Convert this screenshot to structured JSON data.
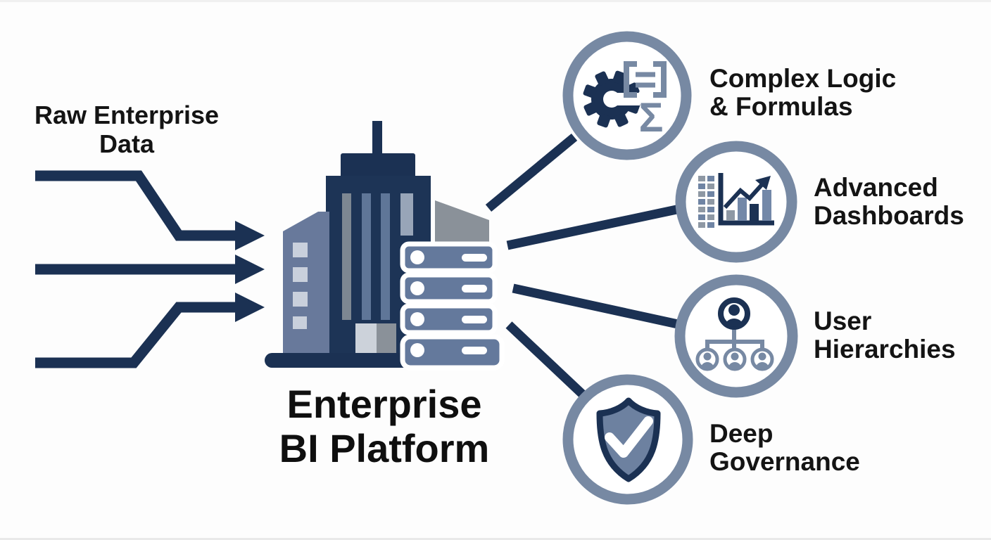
{
  "diagram_title": "Enterprise BI Platform",
  "colors": {
    "navy": "#1b3153",
    "slate_ring": "#7789a3",
    "server_blue": "#64799c",
    "building_blue": "#68799b",
    "light_window": "#c9d0dc",
    "gray": "#8a9199",
    "text": "#141414",
    "background": "#fdfdfd"
  },
  "input": {
    "label_line1": "Raw Enterprise",
    "label_line2": "Data",
    "arrow_count": 3
  },
  "platform": {
    "label_line1": "Enterprise",
    "label_line2": "BI Platform",
    "icons": [
      "office-building-icon",
      "server-stack-icon"
    ]
  },
  "outputs": [
    {
      "id": "complex-logic-formulas",
      "label_line1": "Complex Logic",
      "label_line2": "& Formulas",
      "icon": "gear-formula-icon",
      "icon_glyphs": {
        "sigma": "Σ"
      }
    },
    {
      "id": "advanced-dashboards",
      "label_line1": "Advanced",
      "label_line2": "Dashboards",
      "icon": "bar-chart-trend-icon"
    },
    {
      "id": "user-hierarchies",
      "label_line1": "User",
      "label_line2": "Hierarchies",
      "icon": "org-chart-icon"
    },
    {
      "id": "deep-governance",
      "label_line1": "Deep",
      "label_line2": "Governance",
      "icon": "shield-check-icon"
    }
  ]
}
